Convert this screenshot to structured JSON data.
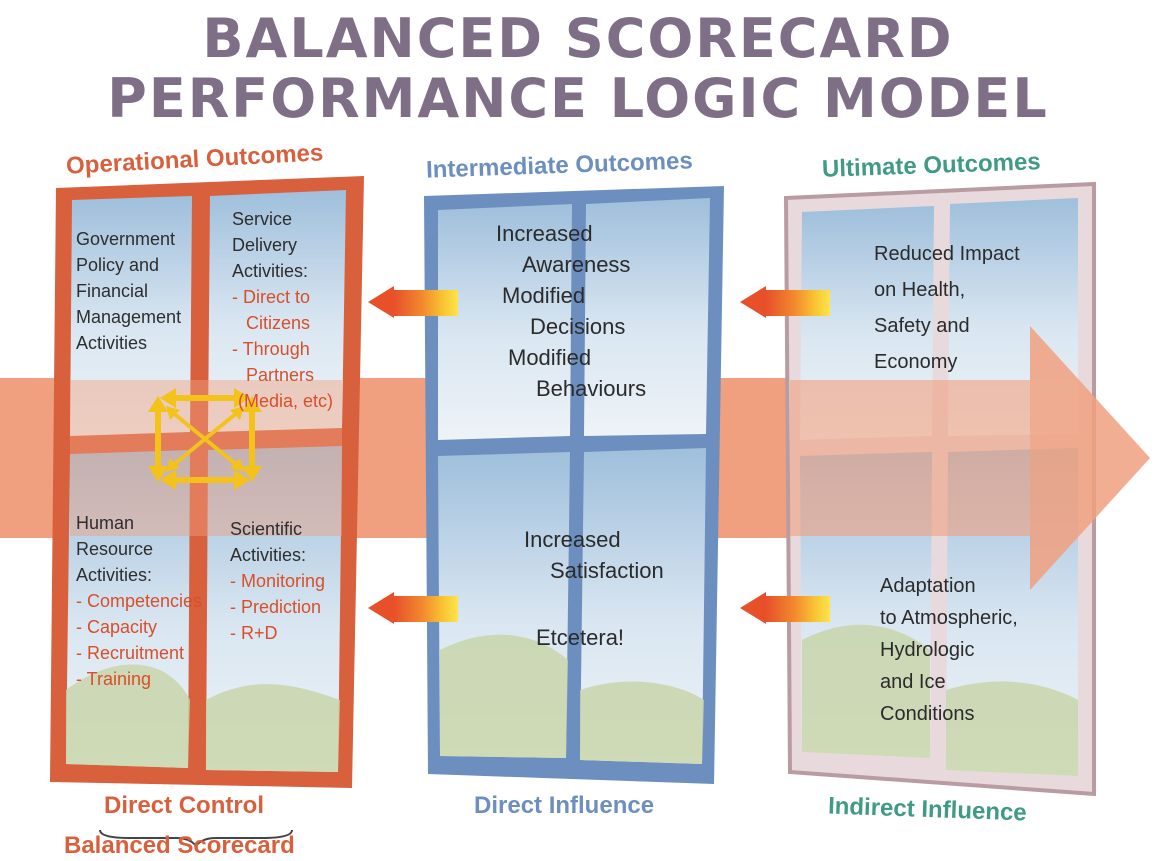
{
  "title": {
    "line1": "BALANCED SCORECARD",
    "line2": "PERFORMANCE LOGIC MODEL"
  },
  "colors": {
    "operational": "#d9603d",
    "intermediate": "#6d8fbf",
    "ultimate": "#3f9a86",
    "arrow": "#f0a07f",
    "title": "#7e6f86"
  },
  "operational": {
    "title": "Operational Outcomes",
    "footer": "Direct Control",
    "footer2": "Balanced Scorecard",
    "panes": {
      "gov": [
        "Government",
        "Policy and",
        "Financial",
        "Management",
        "Activities"
      ],
      "service": {
        "heading": [
          "Service",
          "Delivery",
          "Activities:"
        ],
        "items": [
          "- Direct to",
          "Citizens",
          "- Through",
          "Partners",
          "(Media, etc)"
        ]
      },
      "hr": {
        "heading": [
          "Human",
          "Resource",
          "Activities:"
        ],
        "items": [
          "- Competencies",
          "- Capacity",
          "- Recruitment",
          "- Training"
        ]
      },
      "science": {
        "heading": [
          "Scientific",
          "Activities:"
        ],
        "items": [
          "- Monitoring",
          "- Prediction",
          "- R+D"
        ]
      }
    }
  },
  "intermediate": {
    "title": "Intermediate Outcomes",
    "footer": "Direct Influence",
    "top": [
      "Increased",
      "Awareness",
      "Modified",
      "Decisions",
      "Modified",
      "Behaviours"
    ],
    "bottom": [
      "Increased",
      "Satisfaction",
      "Etcetera!"
    ]
  },
  "ultimate": {
    "title": "Ultimate Outcomes",
    "footer": "Indirect Influence",
    "top": [
      "Reduced Impact",
      "on Health,",
      "Safety and",
      "Economy"
    ],
    "bottom": [
      "Adaptation",
      "to Atmospheric,",
      "Hydrologic",
      "and Ice",
      "Conditions"
    ]
  }
}
